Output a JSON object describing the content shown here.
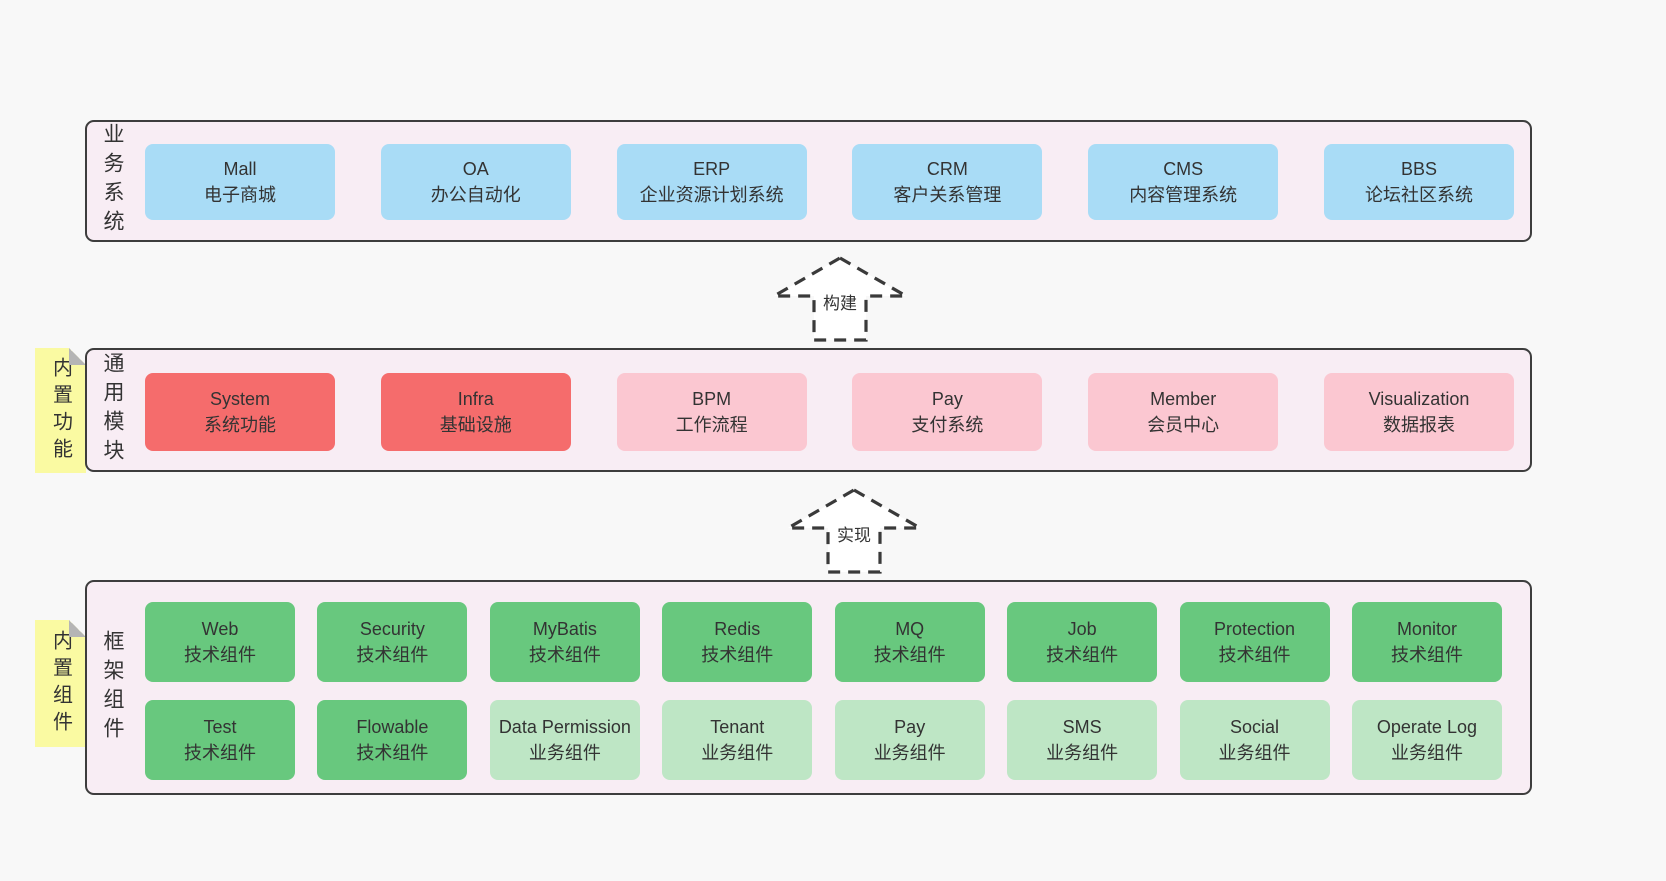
{
  "colors": {
    "page_bg": "#f8f8f8",
    "panel_bg": "#f8edf4",
    "panel_border": "#3d3d3d",
    "blue": "#a9dcf6",
    "red": "#f56c6c",
    "pink": "#fbc7d1",
    "green": "#68c87e",
    "light_green": "#bee6c5",
    "note_yellow": "#fafaa2",
    "note_fold": "#b5b5b5",
    "text": "#333333"
  },
  "arrows": [
    {
      "label": "构建"
    },
    {
      "label": "实现"
    }
  ],
  "layers": [
    {
      "vertical_label": "业务系统",
      "boxes": [
        {
          "name": "Mall",
          "desc": "电子商城",
          "variant": "blue"
        },
        {
          "name": "OA",
          "desc": "办公自动化",
          "variant": "blue"
        },
        {
          "name": "ERP",
          "desc": "企业资源计划系统",
          "variant": "blue"
        },
        {
          "name": "CRM",
          "desc": "客户关系管理",
          "variant": "blue"
        },
        {
          "name": "CMS",
          "desc": "内容管理系统",
          "variant": "blue"
        },
        {
          "name": "BBS",
          "desc": "论坛社区系统",
          "variant": "blue"
        }
      ]
    },
    {
      "vertical_label": "通用模块",
      "note": "内置功能",
      "boxes": [
        {
          "name": "System",
          "desc": "系统功能",
          "variant": "red"
        },
        {
          "name": "Infra",
          "desc": "基础设施",
          "variant": "red"
        },
        {
          "name": "BPM",
          "desc": "工作流程",
          "variant": "pink"
        },
        {
          "name": "Pay",
          "desc": "支付系统",
          "variant": "pink"
        },
        {
          "name": "Member",
          "desc": "会员中心",
          "variant": "pink"
        },
        {
          "name": "Visualization",
          "desc": "数据报表",
          "variant": "pink"
        }
      ]
    },
    {
      "vertical_label": "框架组件",
      "note": "内置组件",
      "rows": [
        [
          {
            "name": "Web",
            "desc": "技术组件",
            "variant": "green"
          },
          {
            "name": "Security",
            "desc": "技术组件",
            "variant": "green"
          },
          {
            "name": "MyBatis",
            "desc": "技术组件",
            "variant": "green"
          },
          {
            "name": "Redis",
            "desc": "技术组件",
            "variant": "green"
          },
          {
            "name": "MQ",
            "desc": "技术组件",
            "variant": "green"
          },
          {
            "name": "Job",
            "desc": "技术组件",
            "variant": "green"
          },
          {
            "name": "Protection",
            "desc": "技术组件",
            "variant": "green"
          },
          {
            "name": "Monitor",
            "desc": "技术组件",
            "variant": "green"
          }
        ],
        [
          {
            "name": "Test",
            "desc": "技术组件",
            "variant": "green"
          },
          {
            "name": "Flowable",
            "desc": "技术组件",
            "variant": "green"
          },
          {
            "name": "Data Permission",
            "desc": "业务组件",
            "variant": "lightgreen"
          },
          {
            "name": "Tenant",
            "desc": "业务组件",
            "variant": "lightgreen"
          },
          {
            "name": "Pay",
            "desc": "业务组件",
            "variant": "lightgreen"
          },
          {
            "name": "SMS",
            "desc": "业务组件",
            "variant": "lightgreen"
          },
          {
            "name": "Social",
            "desc": "业务组件",
            "variant": "lightgreen"
          },
          {
            "name": "Operate Log",
            "desc": "业务组件",
            "variant": "lightgreen"
          }
        ]
      ]
    }
  ]
}
